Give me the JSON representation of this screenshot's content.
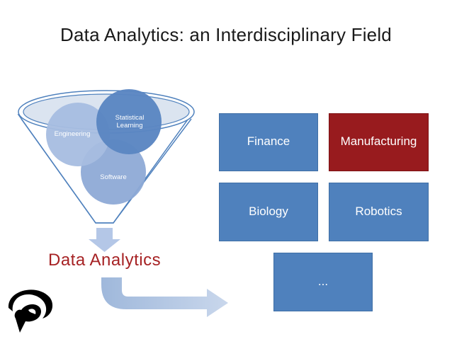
{
  "slide": {
    "title": "Data Analytics: an Interdisciplinary Field"
  },
  "funnel": {
    "inputs": [
      {
        "label": "Engineering"
      },
      {
        "label": "Statistical Learning"
      },
      {
        "label": "Software"
      }
    ],
    "output_label": "Data Analytics"
  },
  "domains": {
    "tiles": [
      {
        "label": "Finance",
        "color": "#4f81bd"
      },
      {
        "label": "Manufacturing",
        "color": "#981b1e"
      },
      {
        "label": "Biology",
        "color": "#4f81bd"
      },
      {
        "label": "Robotics",
        "color": "#4f81bd"
      },
      {
        "label": "...",
        "color": "#4f81bd"
      }
    ]
  },
  "logo": {
    "icon": "swirl-logo-icon"
  }
}
